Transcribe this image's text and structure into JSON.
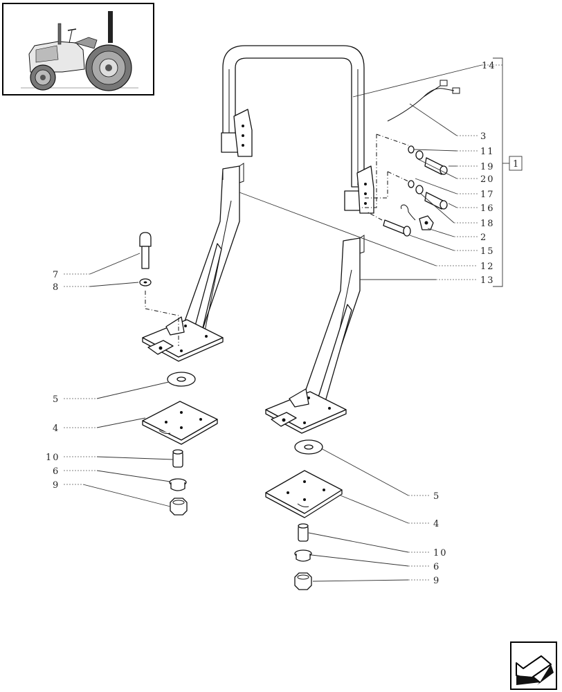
{
  "labels": {
    "l14": "14",
    "l3": "3",
    "l11": "11",
    "l19": "19",
    "l1": "1",
    "l20": "20",
    "l17": "17",
    "l16": "16",
    "l18": "18",
    "l2": "2",
    "l15": "15",
    "l12": "12",
    "l13": "13",
    "l7": "7",
    "l8": "8",
    "l5a": "5",
    "l4a": "4",
    "l10a": "10",
    "l6a": "6",
    "l9a": "9",
    "l5b": "5",
    "l4b": "4",
    "l10b": "10",
    "l6b": "6",
    "l9b": "9"
  },
  "icons": {
    "thumbnail": "tractor-thumbnail",
    "nav": "next-page-arrow-icon"
  }
}
